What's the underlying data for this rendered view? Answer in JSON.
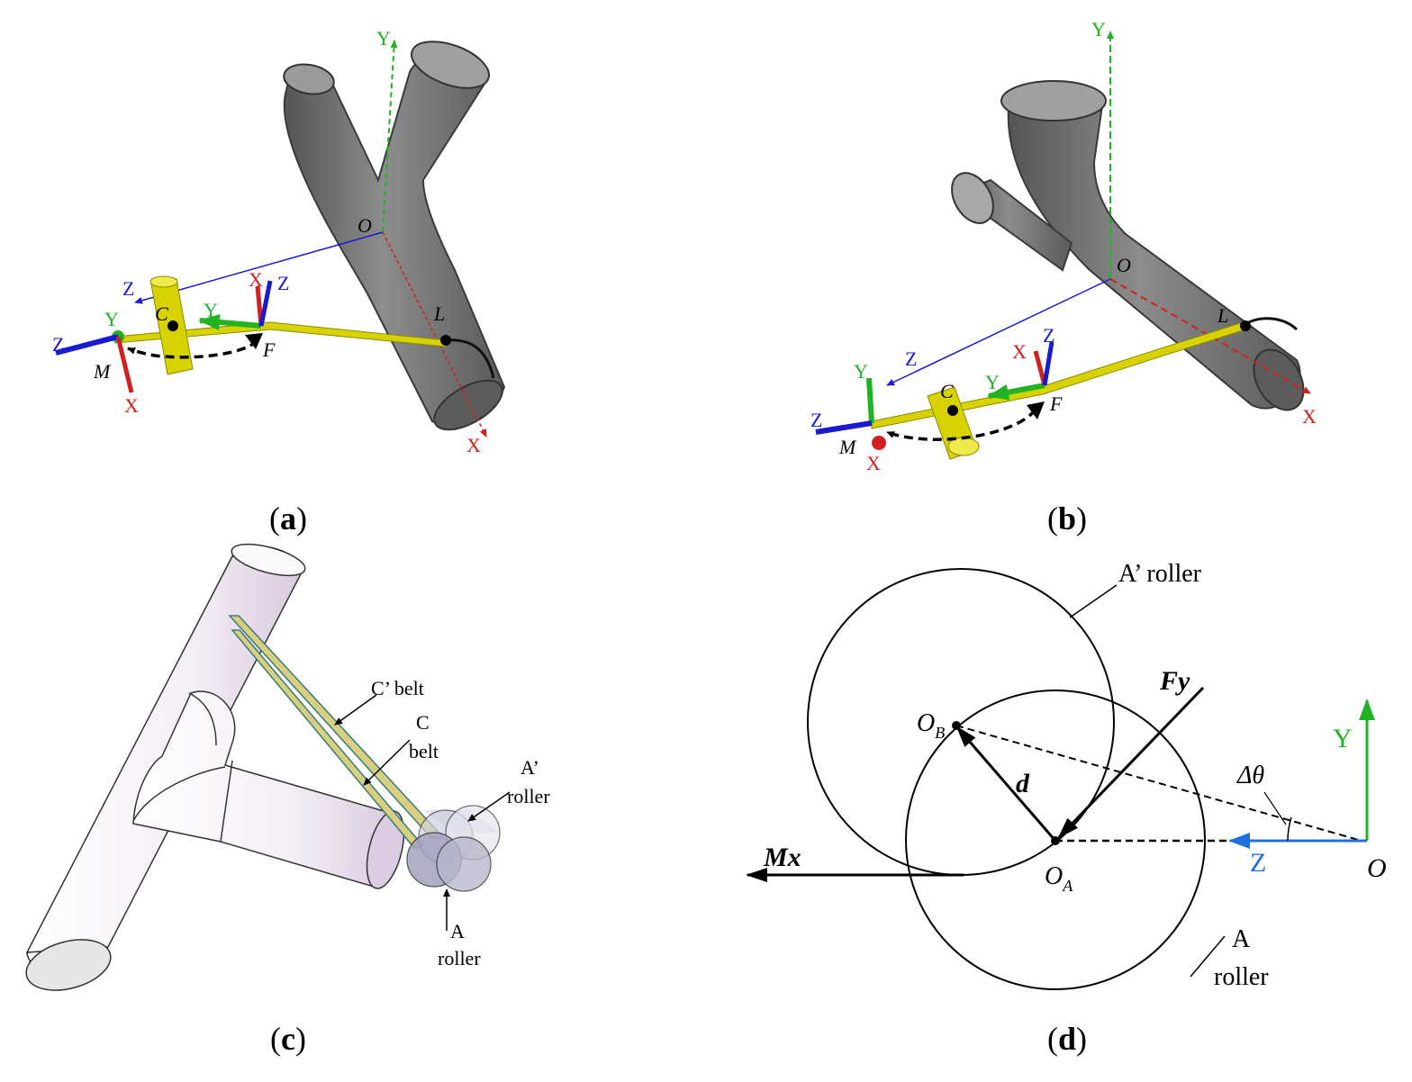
{
  "captions": {
    "a": "a",
    "b": "b",
    "c": "c",
    "d": "d"
  },
  "panel_a": {
    "axis_y": "Y",
    "axis_z": "Z",
    "axis_x": "X",
    "origin": "O",
    "point_c": "C",
    "point_l": "L",
    "point_f": "F",
    "point_m": "M"
  },
  "panel_b": {
    "axis_y": "Y",
    "axis_z": "Z",
    "axis_x": "X",
    "origin": "O",
    "point_c": "C",
    "point_l": "L",
    "point_f": "F",
    "point_m": "M"
  },
  "panel_c": {
    "c_prime_belt": "C’ belt",
    "c_belt_1": "C",
    "c_belt_2": "belt",
    "a_prime_roller_1": "A’",
    "a_prime_roller_2": "roller",
    "a_roller_1": "A",
    "a_roller_2": "roller"
  },
  "panel_d": {
    "a_prime_roller": "A’  roller",
    "a_roller_1": "A",
    "a_roller_2": "roller",
    "fy": "Fy",
    "ob": "O",
    "ob_sub": "B",
    "oa": "O",
    "oa_sub": "A",
    "d": "d",
    "mx": "Mx",
    "y": "Y",
    "z": "Z",
    "o": "O",
    "delta_theta": "Δθ"
  },
  "colors": {
    "tube_gray": "#707070",
    "tube_light": "#f3eef5",
    "roller_yellow": "#d8d200",
    "axis_red": "#d22020",
    "axis_green": "#21b321",
    "axis_blue": "#1a1ad0",
    "z_blue": "#1f6fe0"
  }
}
